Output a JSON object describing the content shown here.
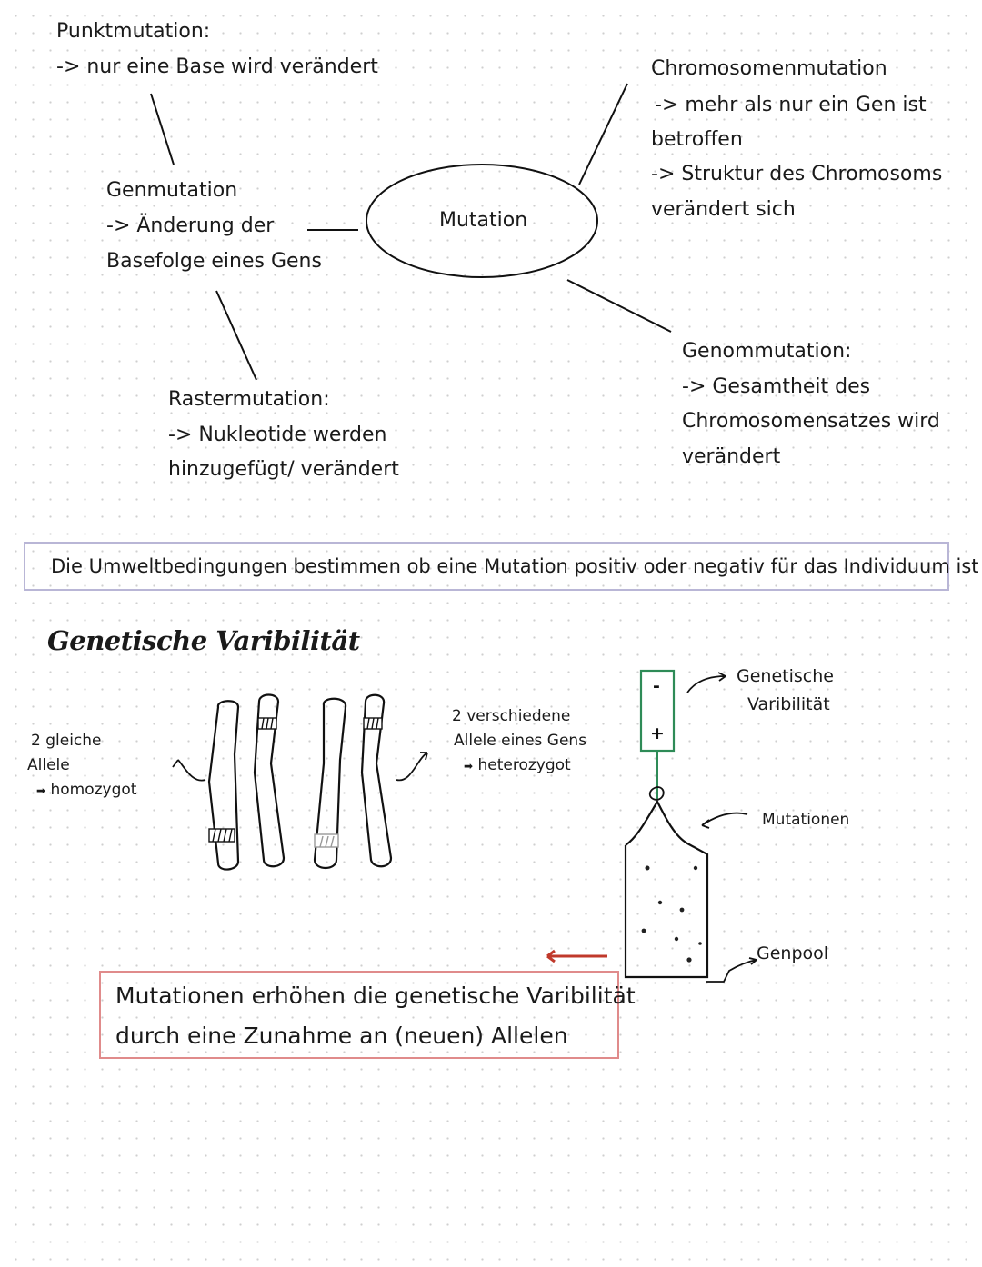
{
  "mindmap": {
    "center": "Mutation",
    "punkt": {
      "title": "Punktmutation:",
      "line1": "-> nur eine Base wird verändert"
    },
    "gen": {
      "title": "Genmutation",
      "line1": "-> Änderung der",
      "line2": "Basefolge eines Gens"
    },
    "raster": {
      "title": "Rastermutation:",
      "line1": "-> Nukleotide werden",
      "line2": "hinzugefügt/ verändert"
    },
    "chromosom": {
      "title": "Chromosomenmutation",
      "line1": "-> mehr als nur ein Gen ist",
      "line2": "betroffen",
      "line3": "-> Struktur des Chromosoms",
      "line4": "verändert sich"
    },
    "genom": {
      "title": "Genommutation:",
      "line1": "-> Gesamtheit des",
      "line2": "Chromosomensatzes wird",
      "line3": "verändert"
    }
  },
  "statement": "Die Umweltbedingungen bestimmen ob eine Mutation positiv oder negativ für das Individuum ist",
  "section_title": "Genetische Varibilität",
  "left_note": {
    "line1": "2 gleiche",
    "line2": "Allele",
    "line3": "homozygot"
  },
  "right_note": {
    "line1": "2 verschiedene",
    "line2": "Allele eines Gens",
    "line3": "heterozygot"
  },
  "battery": {
    "minus": "-",
    "plus": "+"
  },
  "labels": {
    "varibilitaet_1": "Genetische",
    "varibilitaet_2": "Varibilität",
    "mutationen": "Mutationen",
    "genpool": "Genpool"
  },
  "conclusion": {
    "line1": "Mutationen erhöhen die genetische Varibilität",
    "line2": "durch eine Zunahme an (neuen) Allelen"
  },
  "colors": {
    "box_border": "#b9b6d6",
    "conclusion_border": "#e08b8b",
    "arrow_red": "#c0392b",
    "battery_green": "#2e8b57"
  }
}
